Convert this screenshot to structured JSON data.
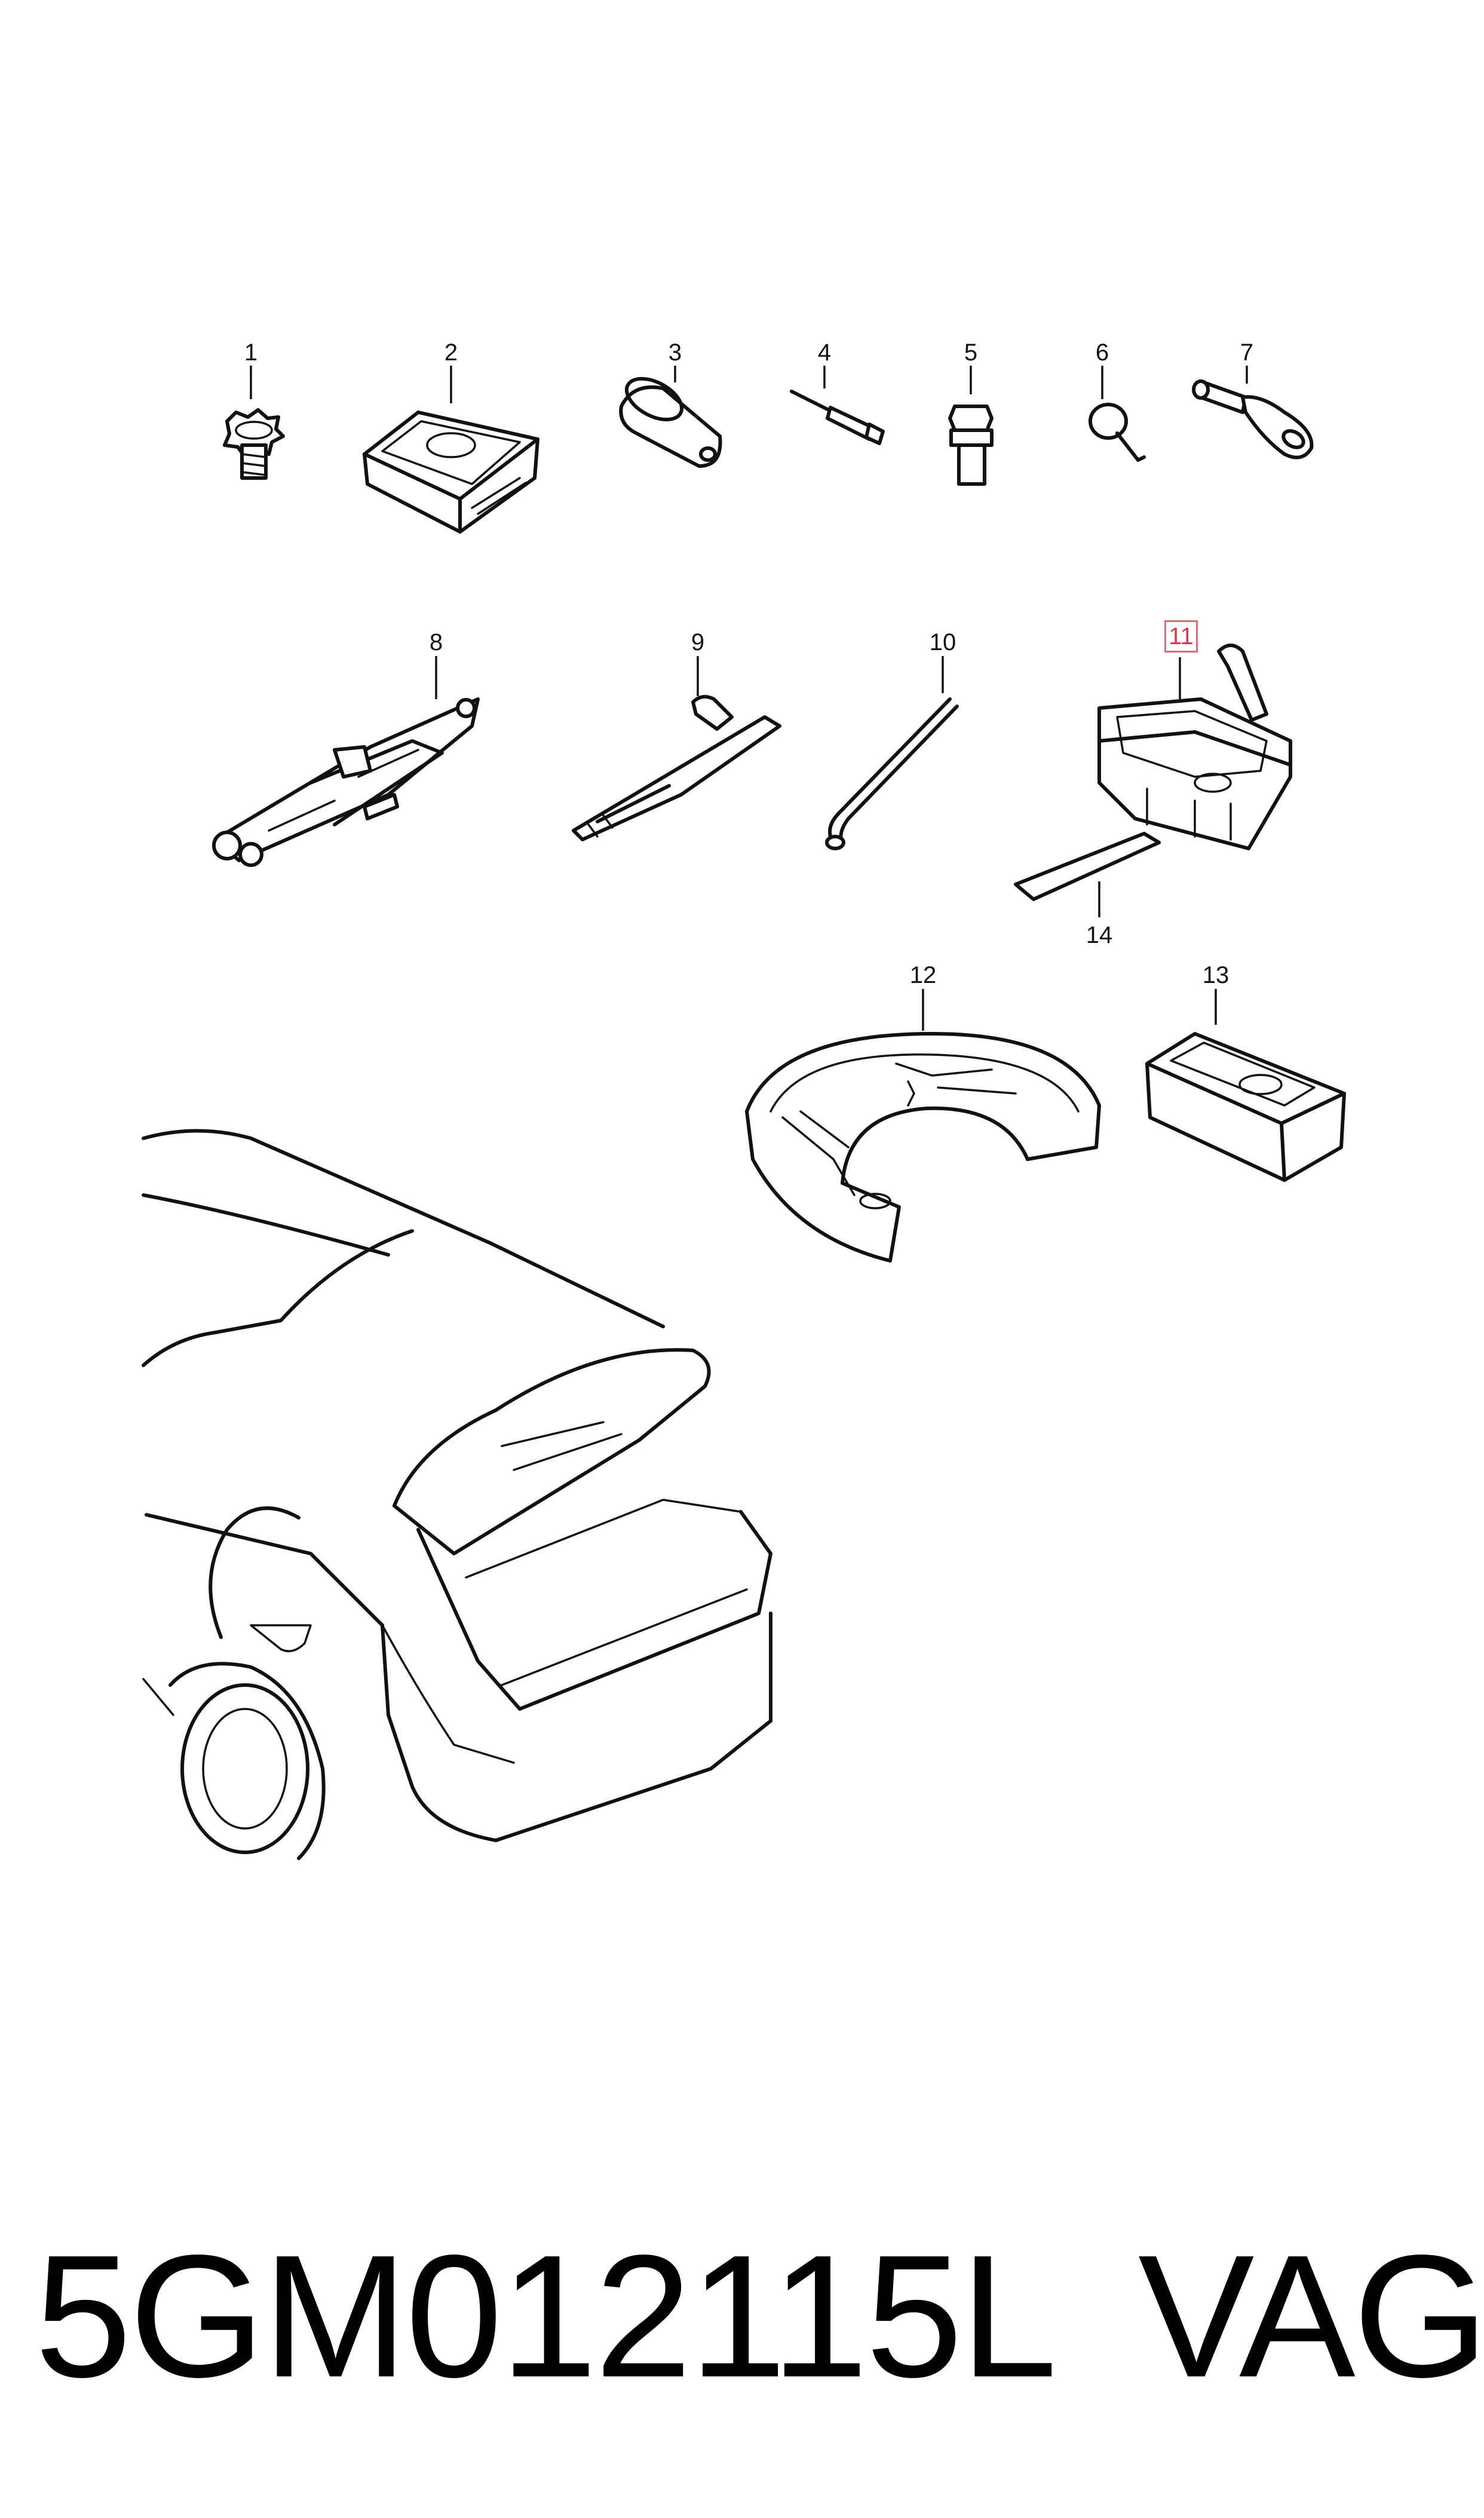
{
  "callouts": [
    {
      "id": "1",
      "label": "1"
    },
    {
      "id": "2",
      "label": "2"
    },
    {
      "id": "3",
      "label": "3"
    },
    {
      "id": "4",
      "label": "4"
    },
    {
      "id": "5",
      "label": "5"
    },
    {
      "id": "6",
      "label": "6"
    },
    {
      "id": "7",
      "label": "7"
    },
    {
      "id": "8",
      "label": "8"
    },
    {
      "id": "9",
      "label": "9"
    },
    {
      "id": "10",
      "label": "10"
    },
    {
      "id": "11",
      "label": "11",
      "highlighted": true,
      "highlight_color": "#e06a78"
    },
    {
      "id": "12",
      "label": "12"
    },
    {
      "id": "13",
      "label": "13"
    },
    {
      "id": "14",
      "label": "14"
    }
  ],
  "footer": {
    "part_number": "5GM012115L",
    "brand": "VAG"
  },
  "colors": {
    "line": "#111111",
    "background": "#ffffff",
    "highlight": "#e06a78"
  }
}
